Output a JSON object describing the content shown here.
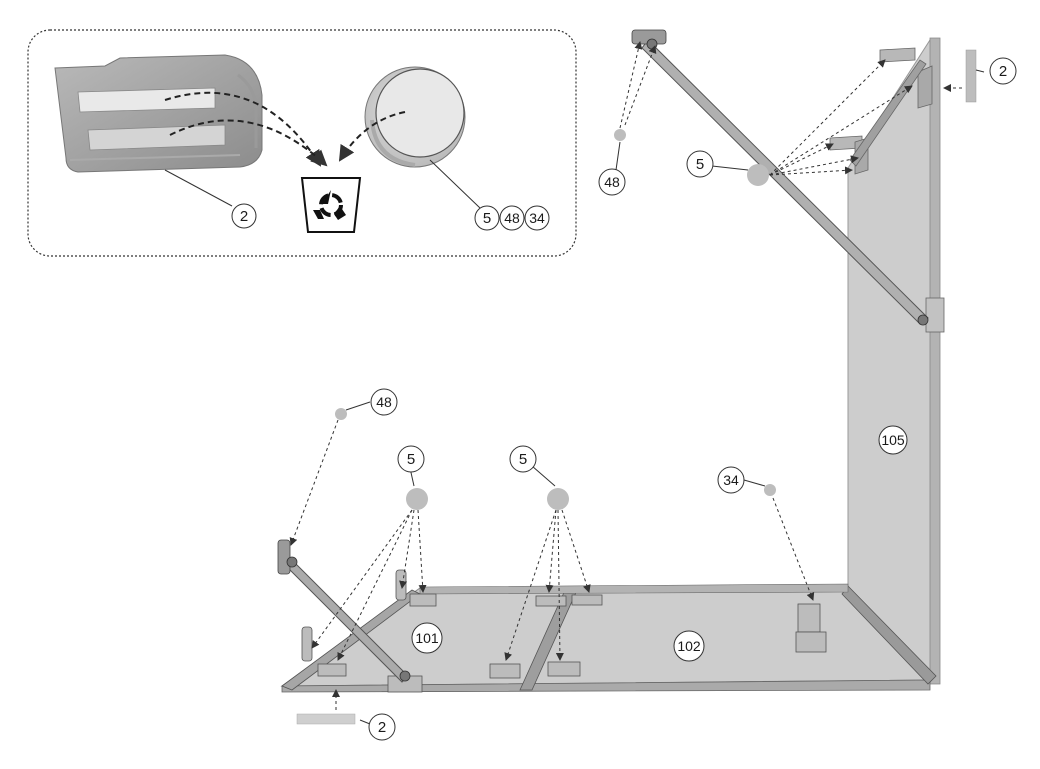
{
  "inset": {
    "callout_tray": "2",
    "callout_caps": [
      "5",
      "48",
      "34"
    ]
  },
  "callouts": {
    "top_left_48": "48",
    "top_left_5": "5",
    "top_right_2": "2",
    "panel_105": "105",
    "bottom_48": "48",
    "bottom_5a": "5",
    "bottom_5b": "5",
    "bottom_34": "34",
    "panel_101": "101",
    "panel_102": "102",
    "bottom_2": "2"
  },
  "colors": {
    "glass": "#cfcfcf",
    "metal": "#8a8a8a",
    "part": "#b5b5b5",
    "line": "#333333"
  },
  "icons": {
    "recycle_bin": "recycle-bin-icon"
  }
}
